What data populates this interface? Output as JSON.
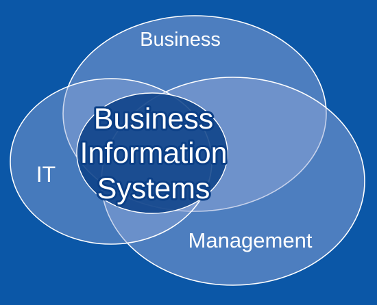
{
  "diagram": {
    "sets": {
      "business": "Business",
      "it": "IT",
      "management": "Management"
    },
    "center": {
      "line1": "Business",
      "line2": "Information",
      "line3": "Systems"
    }
  },
  "colors": {
    "background": "#0b57a7",
    "circle_fill": "#8fa6d8",
    "circle_stroke": "#ffffff",
    "center_fill": "#0b3f86",
    "text": "#ffffff"
  }
}
